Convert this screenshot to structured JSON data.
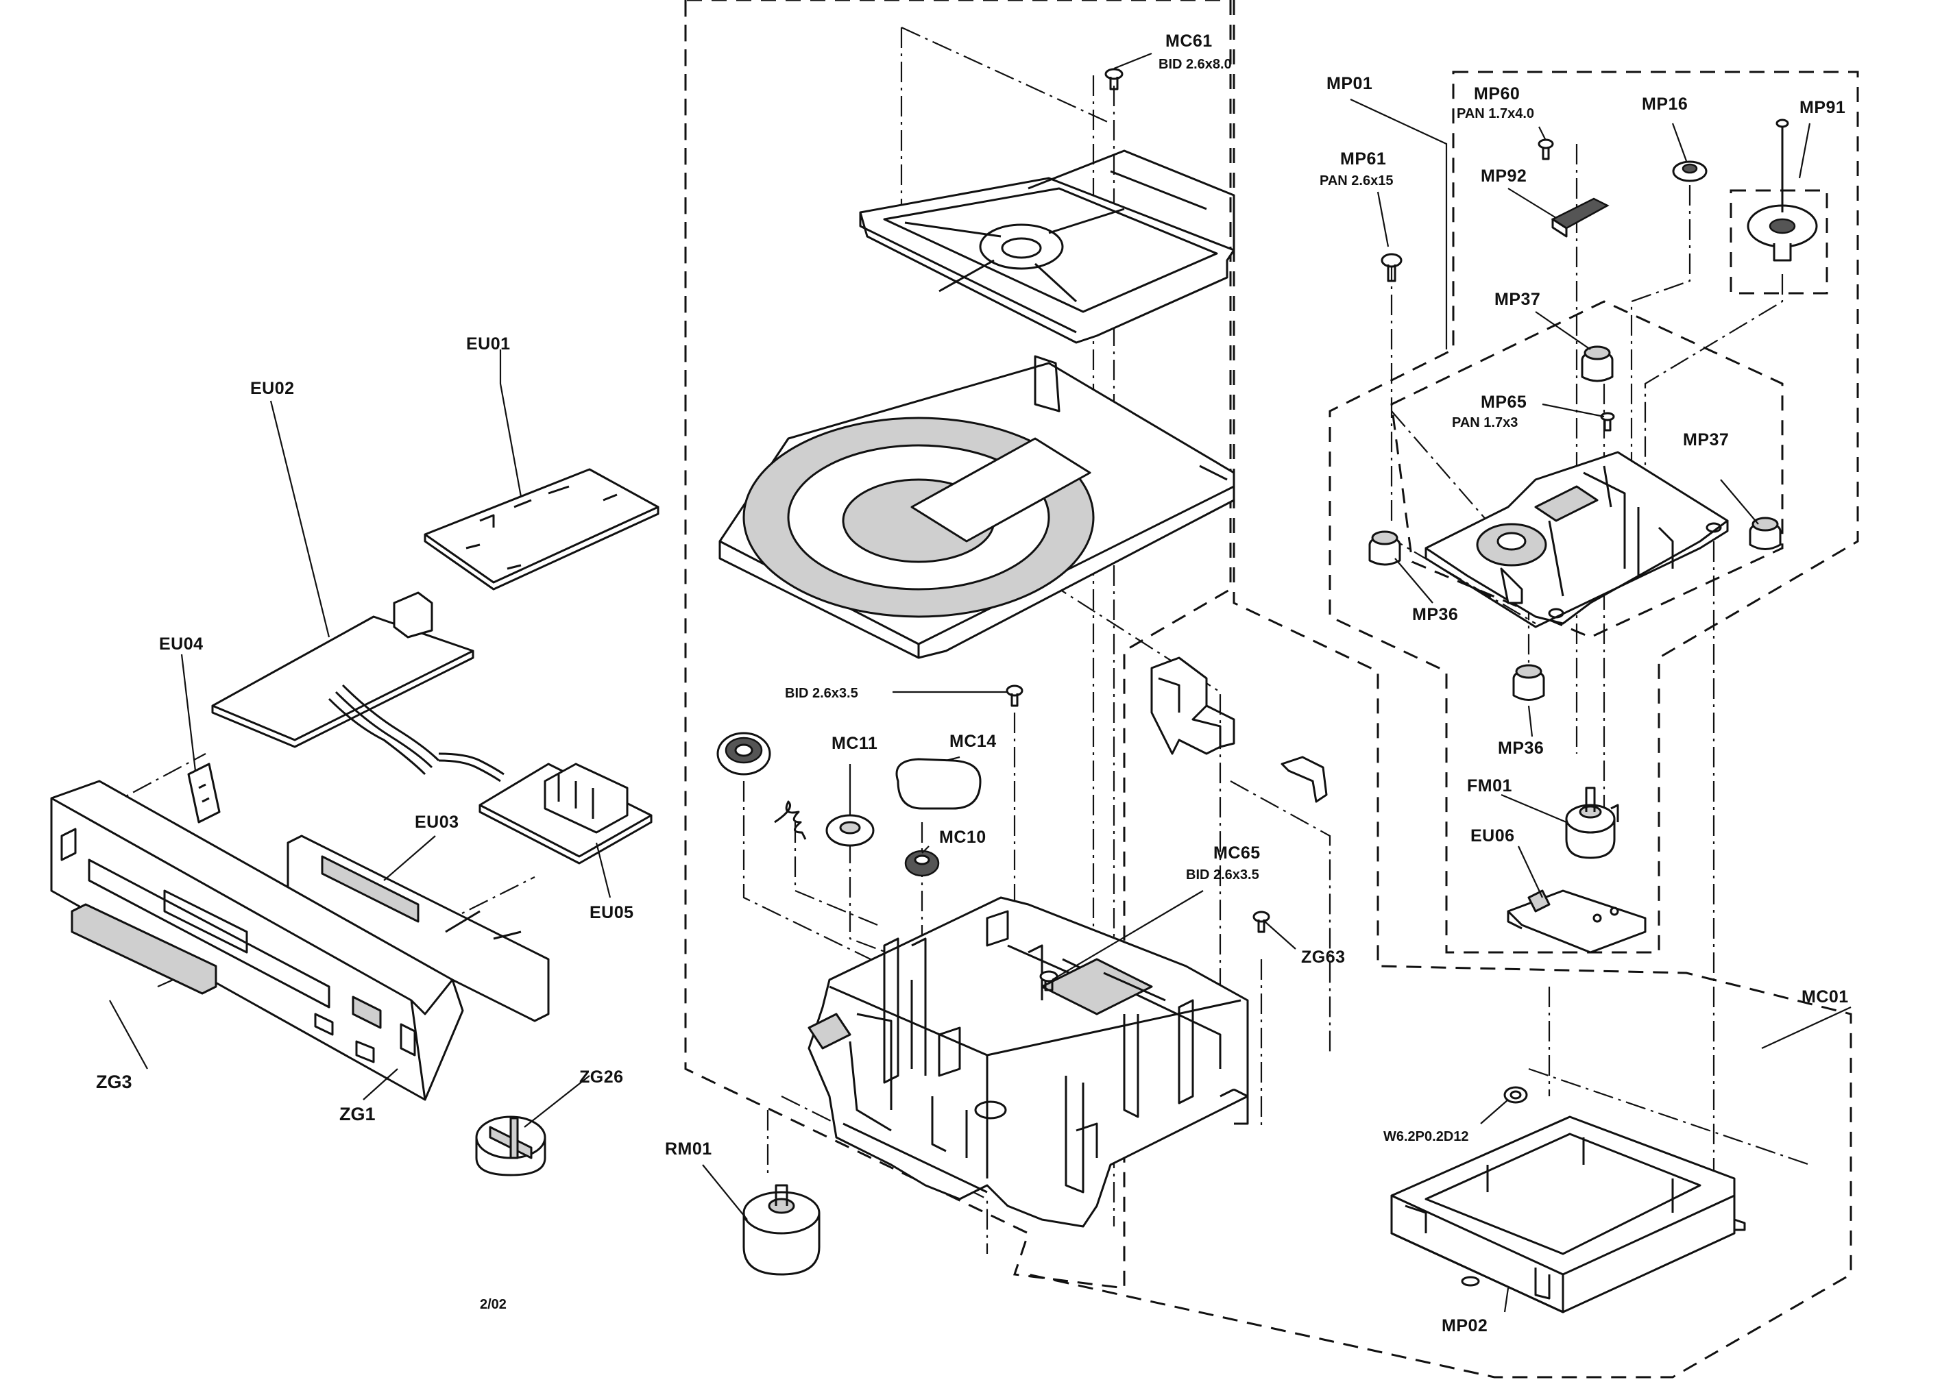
{
  "labels": {
    "mc61": "MC61",
    "mc61_spec": "BID 2.6x8.0",
    "mp01": "MP01",
    "mp60": "MP60",
    "mp60_spec": "PAN 1.7x4.0",
    "mp16": "MP16",
    "mp91": "MP91",
    "mp61": "MP61",
    "mp61_spec": "PAN 2.6x15",
    "mp92": "MP92",
    "mp37_top": "MP37",
    "mp65": "MP65",
    "mp65_spec": "PAN 1.7x3",
    "mp37_right": "MP37",
    "mp36_upper": "MP36",
    "mp36_lower": "MP36",
    "fm01": "FM01",
    "eu06": "EU06",
    "eu01": "EU01",
    "eu02": "EU02",
    "eu04": "EU04",
    "eu03": "EU03",
    "eu05": "EU05",
    "bid_spec": "BID 2.6x3.5",
    "mc11": "MC11",
    "mc14": "MC14",
    "mc10": "MC10",
    "mc65": "MC65",
    "mc65_spec": "BID 2.6x3.5",
    "zg63": "ZG63",
    "mc01": "MC01",
    "zg3": "ZG3",
    "zg1": "ZG1",
    "zg26": "ZG26",
    "rm01": "RM01",
    "washer_spec": "W6.2P0.2D12",
    "mp02": "MP02",
    "date": "2/02"
  }
}
